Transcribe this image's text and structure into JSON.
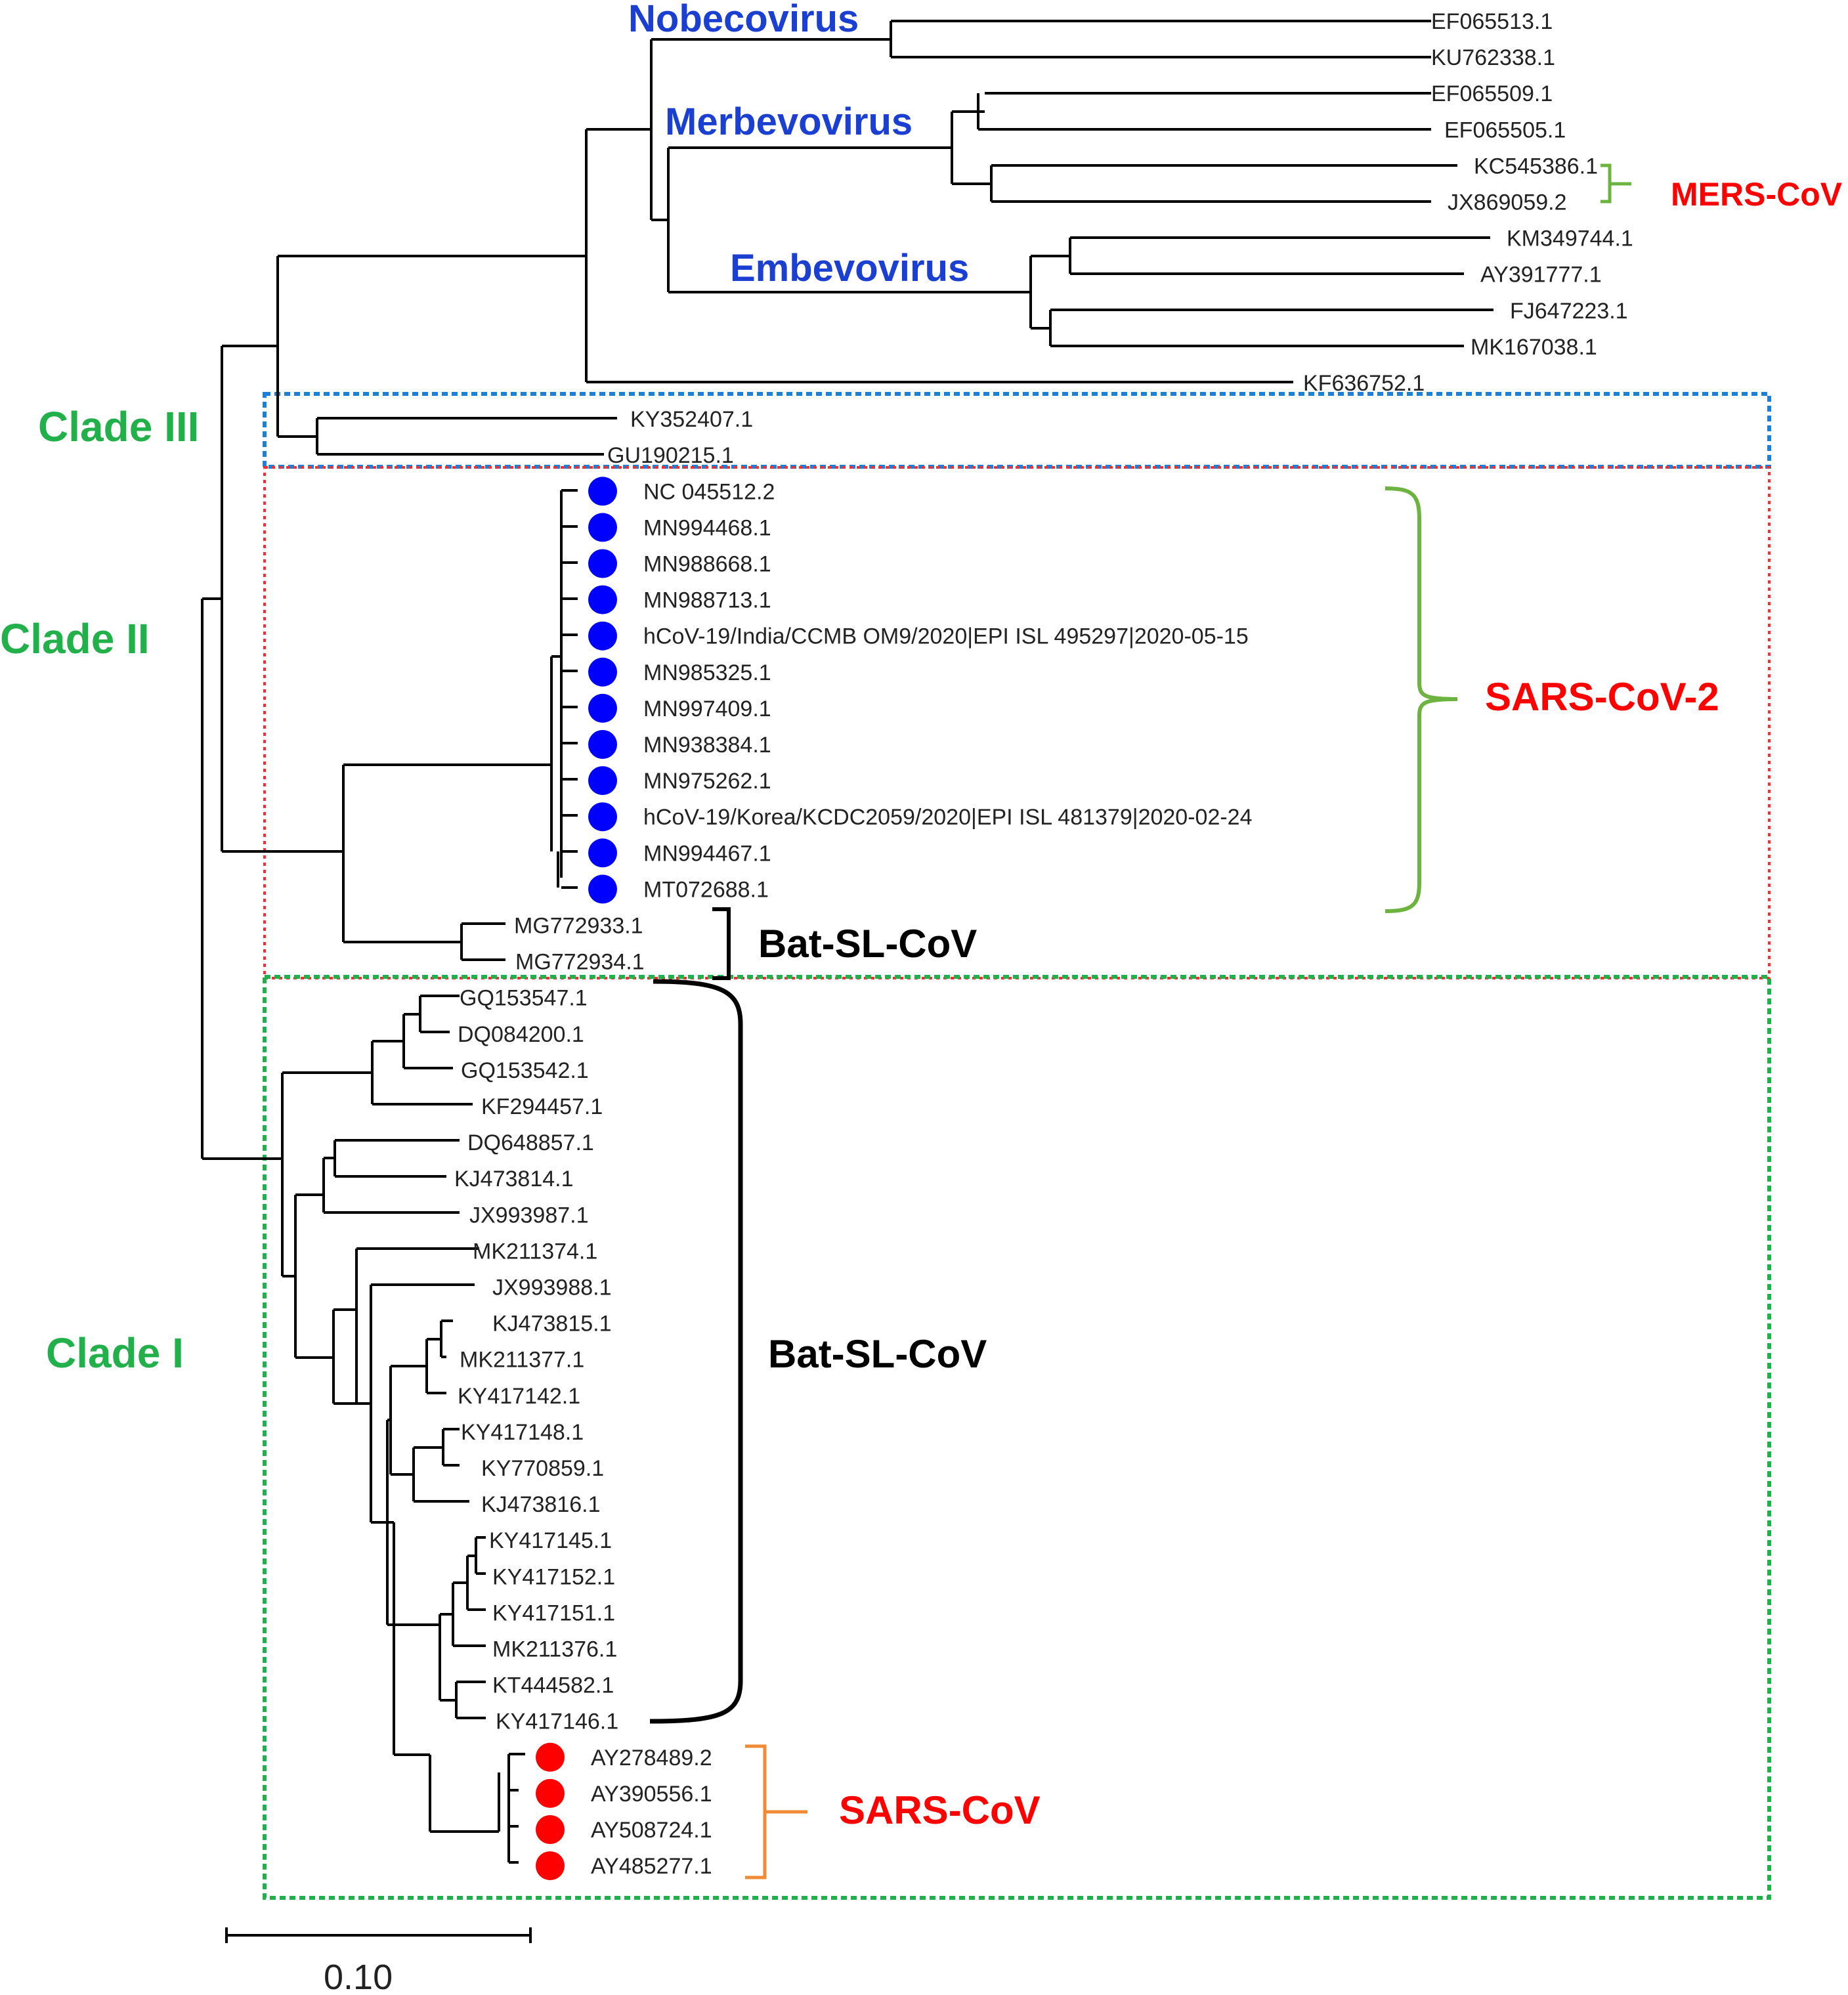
{
  "colors": {
    "genus": "#1a3fd1",
    "clade": "#22b04b",
    "virus_red": "#ff0000",
    "sars2_dot": "#0000ff",
    "sars_dot": "#ff0000",
    "bracket_green": "#6db33f",
    "bracket_orange": "#f08a35",
    "box_clade3": "#1e7fd8",
    "box_clade2": "#ff2b2b",
    "box_clade1": "#20b14c"
  },
  "genera": [
    {
      "id": "nobecovirus",
      "label": "Nobecovirus"
    },
    {
      "id": "merbevovirus",
      "label": "Merbevovirus"
    },
    {
      "id": "embevovirus",
      "label": "Embevovirus"
    }
  ],
  "clades": [
    {
      "id": "clade3",
      "label": "Clade III"
    },
    {
      "id": "clade2",
      "label": "Clade II"
    },
    {
      "id": "clade1",
      "label": "Clade I"
    }
  ],
  "groups": [
    {
      "id": "mers",
      "label": "MERS-CoV",
      "color": "#ff0000"
    },
    {
      "id": "sars2",
      "label": "SARS-CoV-2",
      "color": "#ff0000"
    },
    {
      "id": "batsl_small",
      "label": "Bat-SL-CoV",
      "color": "#000000"
    },
    {
      "id": "batsl_large",
      "label": "Bat-SL-CoV",
      "color": "#000000"
    },
    {
      "id": "sars",
      "label": "SARS-CoV",
      "color": "#ff0000"
    }
  ],
  "leaves": [
    {
      "label": "EF065513.1",
      "dot": "none"
    },
    {
      "label": "KU762338.1",
      "dot": "none"
    },
    {
      "label": "EF065509.1",
      "dot": "none"
    },
    {
      "label": "EF065505.1",
      "dot": "none"
    },
    {
      "label": "KC545386.1",
      "dot": "none"
    },
    {
      "label": "JX869059.2",
      "dot": "none"
    },
    {
      "label": "KM349744.1",
      "dot": "none"
    },
    {
      "label": "AY391777.1",
      "dot": "none"
    },
    {
      "label": "FJ647223.1",
      "dot": "none"
    },
    {
      "label": "MK167038.1",
      "dot": "none"
    },
    {
      "label": "KF636752.1",
      "dot": "none"
    },
    {
      "label": "KY352407.1",
      "dot": "none"
    },
    {
      "label": "GU190215.1",
      "dot": "none"
    },
    {
      "label": "NC 045512.2",
      "dot": "blue"
    },
    {
      "label": "MN994468.1",
      "dot": "blue"
    },
    {
      "label": "MN988668.1",
      "dot": "blue"
    },
    {
      "label": "MN988713.1",
      "dot": "blue"
    },
    {
      "label": "hCoV-19/India/CCMB OM9/2020|EPI ISL 495297|2020-05-15",
      "dot": "blue"
    },
    {
      "label": "MN985325.1",
      "dot": "blue"
    },
    {
      "label": "MN997409.1",
      "dot": "blue"
    },
    {
      "label": "MN938384.1",
      "dot": "blue"
    },
    {
      "label": "MN975262.1",
      "dot": "blue"
    },
    {
      "label": "hCoV-19/Korea/KCDC2059/2020|EPI ISL 481379|2020-02-24",
      "dot": "blue"
    },
    {
      "label": "MN994467.1",
      "dot": "blue"
    },
    {
      "label": "MT072688.1",
      "dot": "blue"
    },
    {
      "label": "MG772933.1",
      "dot": "none"
    },
    {
      "label": "MG772934.1",
      "dot": "none"
    },
    {
      "label": "GQ153547.1",
      "dot": "none"
    },
    {
      "label": "DQ084200.1",
      "dot": "none"
    },
    {
      "label": "GQ153542.1",
      "dot": "none"
    },
    {
      "label": "KF294457.1",
      "dot": "none"
    },
    {
      "label": "DQ648857.1",
      "dot": "none"
    },
    {
      "label": "KJ473814.1",
      "dot": "none"
    },
    {
      "label": "JX993987.1",
      "dot": "none"
    },
    {
      "label": "MK211374.1",
      "dot": "none"
    },
    {
      "label": "JX993988.1",
      "dot": "none"
    },
    {
      "label": "KJ473815.1",
      "dot": "none"
    },
    {
      "label": "MK211377.1",
      "dot": "none"
    },
    {
      "label": "KY417142.1",
      "dot": "none"
    },
    {
      "label": "KY417148.1",
      "dot": "none"
    },
    {
      "label": "KY770859.1",
      "dot": "none"
    },
    {
      "label": "KJ473816.1",
      "dot": "none"
    },
    {
      "label": "KY417145.1",
      "dot": "none"
    },
    {
      "label": "KY417152.1",
      "dot": "none"
    },
    {
      "label": "KY417151.1",
      "dot": "none"
    },
    {
      "label": "MK211376.1",
      "dot": "none"
    },
    {
      "label": "KT444582.1",
      "dot": "none"
    },
    {
      "label": "KY417146.1",
      "dot": "none"
    },
    {
      "label": "AY278489.2",
      "dot": "red"
    },
    {
      "label": "AY390556.1",
      "dot": "red"
    },
    {
      "label": "AY508724.1",
      "dot": "red"
    },
    {
      "label": "AY485277.1",
      "dot": "red"
    }
  ],
  "scale_bar": {
    "label": "0.10"
  }
}
